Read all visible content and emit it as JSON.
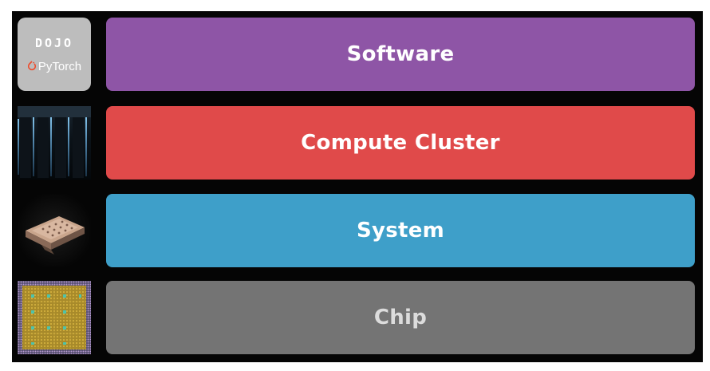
{
  "logos": {
    "dojo": "DOJO",
    "pytorch": "PyTorch"
  },
  "layers": [
    {
      "label": "Software",
      "color": "#8e55a6"
    },
    {
      "label": "Compute Cluster",
      "color": "#e04a4a"
    },
    {
      "label": "System",
      "color": "#3e9fc9"
    },
    {
      "label": "Chip",
      "color": "#747474"
    }
  ],
  "icons": [
    "software-logo-icon",
    "compute-cluster-image",
    "system-tile-image",
    "chip-die-image"
  ]
}
